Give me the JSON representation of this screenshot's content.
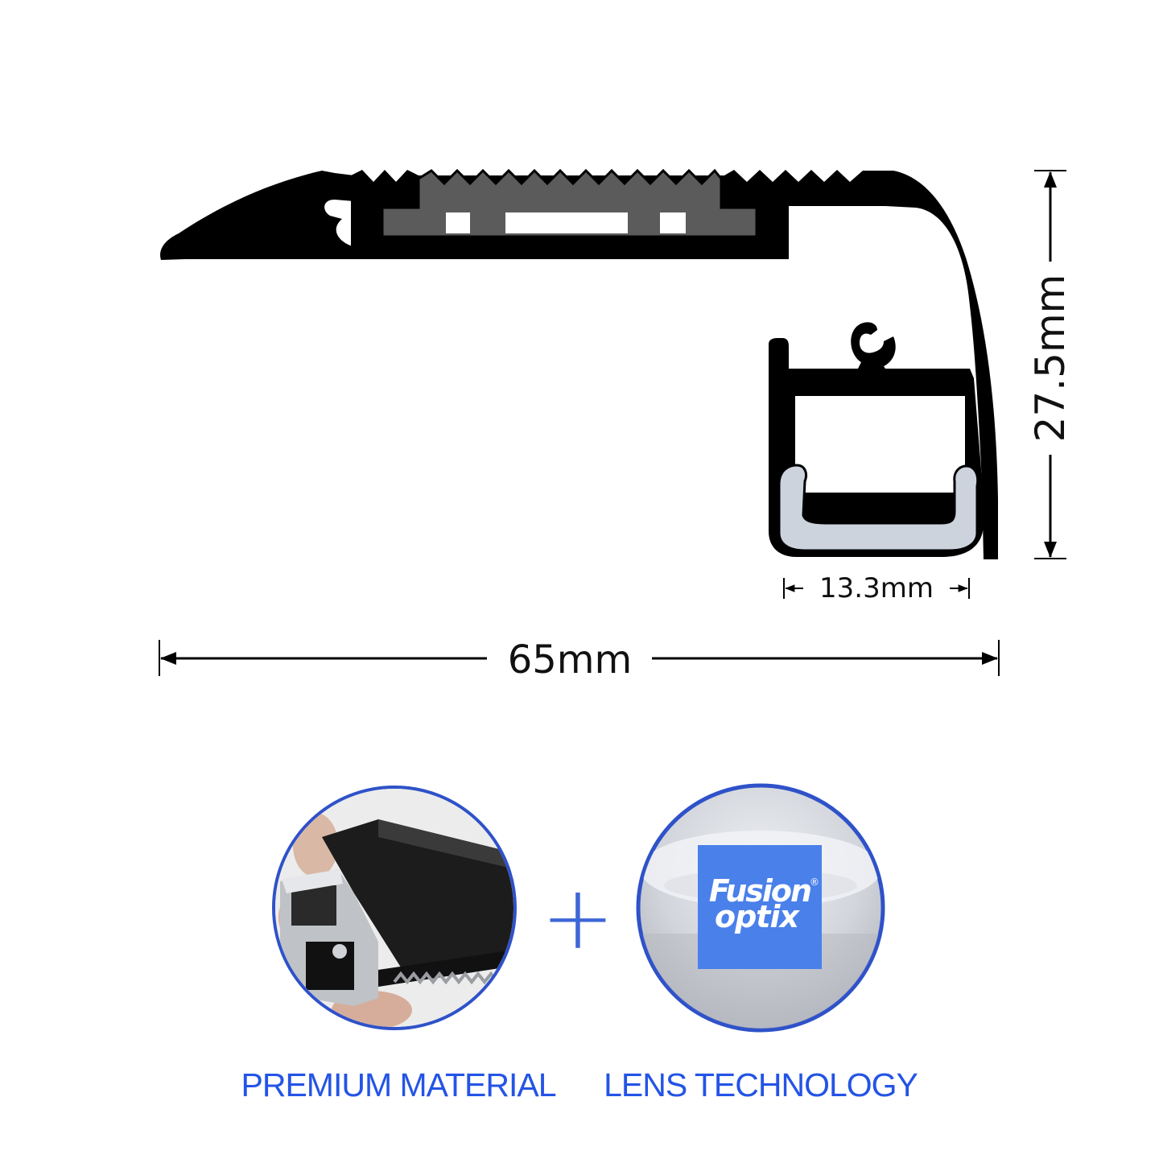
{
  "dimensions": {
    "width": "65mm",
    "height": "27.5mm",
    "channel_width": "13.3mm"
  },
  "features": {
    "left_label": "PREMIUM MATERIAL",
    "right_label": "LENS TECHNOLOGY",
    "plus": "+"
  },
  "logo": {
    "text_line1": "Fusion",
    "text_line2": "optix",
    "mark": "®"
  },
  "colors": {
    "profile": "#000000",
    "insert": "#5c5c5c",
    "lens": "#cdd3dc",
    "accent_blue": "#2454e6",
    "circle_ring": "#2f52c9",
    "logo_bg": "#4a80ea"
  }
}
